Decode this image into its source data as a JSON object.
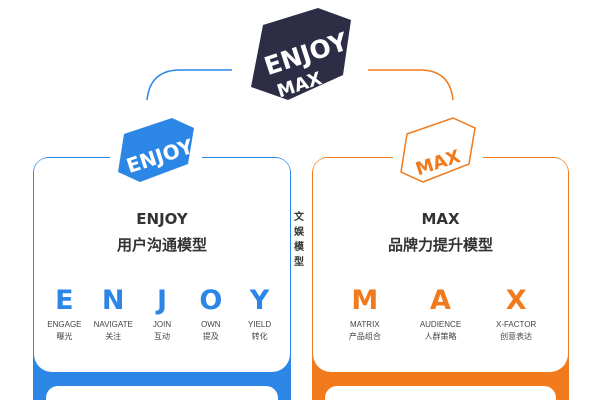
{
  "logo_main": {
    "line1": "ENJOY",
    "line2": "MAX"
  },
  "colors": {
    "blue": "#2b86e6",
    "orange": "#f07a1c",
    "dark": "#2d2d45"
  },
  "center_label": "文娱模型",
  "enjoy": {
    "logo": "ENJOY",
    "title": "ENJOY",
    "subtitle": "用户沟通模型",
    "items": [
      {
        "letter": "E",
        "en": "ENGAGE",
        "cn": "曝光"
      },
      {
        "letter": "N",
        "en": "NAVIGATE",
        "cn": "关注"
      },
      {
        "letter": "J",
        "en": "JOIN",
        "cn": "互动"
      },
      {
        "letter": "O",
        "en": "OWN",
        "cn": "提及"
      },
      {
        "letter": "Y",
        "en": "YIELD",
        "cn": "转化"
      }
    ]
  },
  "max": {
    "logo": "MAX",
    "title": "MAX",
    "subtitle": "品牌力提升模型",
    "items": [
      {
        "letter": "M",
        "en": "MATRIX",
        "cn": "产品组合"
      },
      {
        "letter": "A",
        "en": "AUDIENCE",
        "cn": "人群策略"
      },
      {
        "letter": "X",
        "en": "X-FACTOR",
        "cn": "创意表达"
      }
    ]
  }
}
